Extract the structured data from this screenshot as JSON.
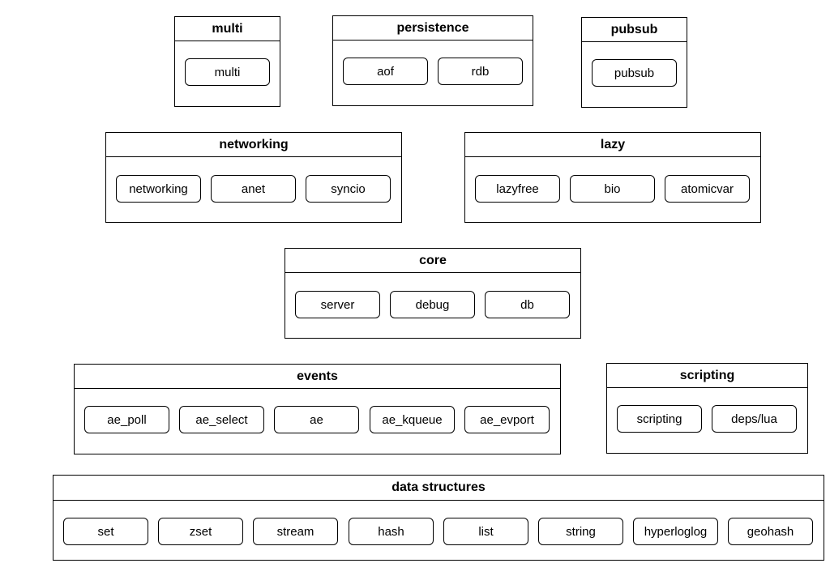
{
  "groups": {
    "multi": {
      "title": "multi",
      "modules": [
        "multi"
      ]
    },
    "persistence": {
      "title": "persistence",
      "modules": [
        "aof",
        "rdb"
      ]
    },
    "pubsub": {
      "title": "pubsub",
      "modules": [
        "pubsub"
      ]
    },
    "networking": {
      "title": "networking",
      "modules": [
        "networking",
        "anet",
        "syncio"
      ]
    },
    "lazy": {
      "title": "lazy",
      "modules": [
        "lazyfree",
        "bio",
        "atomicvar"
      ]
    },
    "core": {
      "title": "core",
      "modules": [
        "server",
        "debug",
        "db"
      ]
    },
    "events": {
      "title": "events",
      "modules": [
        "ae_poll",
        "ae_select",
        "ae",
        "ae_kqueue",
        "ae_evport"
      ]
    },
    "scripting": {
      "title": "scripting",
      "modules": [
        "scripting",
        "deps/lua"
      ]
    },
    "data_structures": {
      "title": "data structures",
      "modules": [
        "set",
        "zset",
        "stream",
        "hash",
        "list",
        "string",
        "hyperloglog",
        "geohash"
      ]
    }
  }
}
